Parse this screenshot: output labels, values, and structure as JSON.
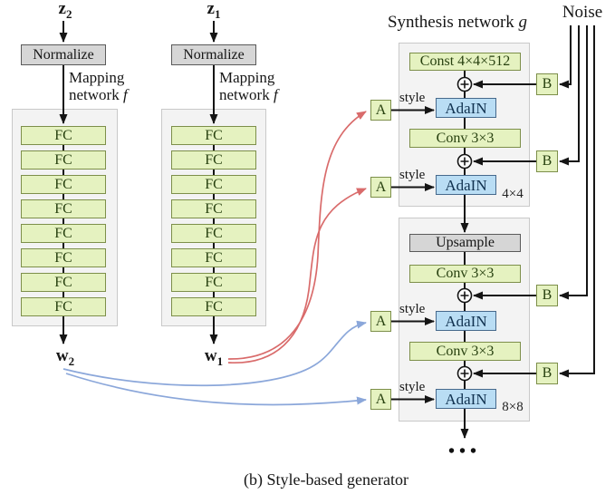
{
  "figure": {
    "caption": "(b) Style-based generator",
    "noise_label": "Noise",
    "ellipsis": "•••"
  },
  "mapping_columns": [
    {
      "input_var": "z",
      "input_sub": "2",
      "normalize_label": "Normalize",
      "mapping_line1": "Mapping",
      "mapping_line2": "network",
      "mapping_fn": "f",
      "fc_layers": [
        "FC",
        "FC",
        "FC",
        "FC",
        "FC",
        "FC",
        "FC",
        "FC"
      ],
      "output_var": "w",
      "output_sub": "2"
    },
    {
      "input_var": "z",
      "input_sub": "1",
      "normalize_label": "Normalize",
      "mapping_line1": "Mapping",
      "mapping_line2": "network",
      "mapping_fn": "f",
      "fc_layers": [
        "FC",
        "FC",
        "FC",
        "FC",
        "FC",
        "FC",
        "FC",
        "FC"
      ],
      "output_var": "w",
      "output_sub": "1"
    }
  ],
  "synthesis": {
    "title_text": "Synthesis network",
    "title_fn": "g",
    "style_label": "style",
    "a_label": "A",
    "b_label": "B",
    "blocks": [
      {
        "resolution": "4×4",
        "const_label": "Const 4×4×512",
        "conv_label": "Conv 3×3",
        "adain_label": "AdaIN"
      },
      {
        "resolution": "8×8",
        "upsample_label": "Upsample",
        "conv_label": "Conv 3×3",
        "adain_label": "AdaIN"
      }
    ]
  },
  "colors": {
    "green_fill": "#e5f2c0",
    "green_border": "#7d8f4a",
    "blue_fill": "#b9ddf4",
    "blue_border": "#46698c",
    "gray_fill": "#d6d6d6",
    "gray_border": "#5a5a5a",
    "panel_fill": "#f3f3f3",
    "panel_border": "#c9c9c9",
    "red_arrow": "#d96b6b",
    "blue_arrow": "#8ba7da",
    "line": "#151515"
  }
}
